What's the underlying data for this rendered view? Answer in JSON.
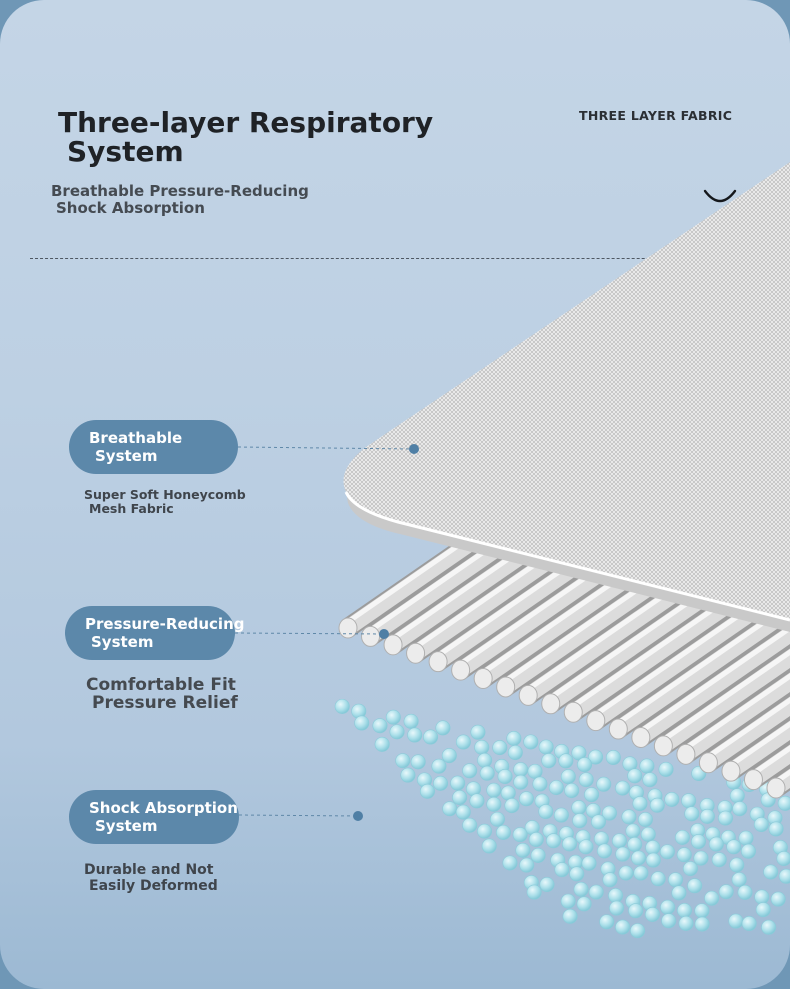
{
  "header": {
    "title_line1": "Three-layer Respiratory",
    "title_line2": "System",
    "subtitle_line1": "Breathable Pressure-Reducing",
    "subtitle_line2": "Shock Absorption",
    "corner_label": "THREE LAYER FABRIC"
  },
  "layers": [
    {
      "label_line1": "Breathable",
      "label_line2": "System",
      "desc_line1": "Super Soft Honeycomb",
      "desc_line2": "Mesh Fabric"
    },
    {
      "label_line1": "Pressure-Reducing",
      "label_line2": "System",
      "desc_line1": "Comfortable Fit",
      "desc_line2": "Pressure Relief"
    },
    {
      "label_line1": "Shock Absorption",
      "label_line2": "System",
      "desc_line1": "Durable and Not",
      "desc_line2": "Easily Deformed"
    }
  ],
  "icons": {
    "corner": "chevron-down-icon"
  },
  "colors": {
    "pill": "#5c88aa",
    "leader": "#5f88a8",
    "beads": "#a9dbe6",
    "background": "#c4d5e6"
  }
}
